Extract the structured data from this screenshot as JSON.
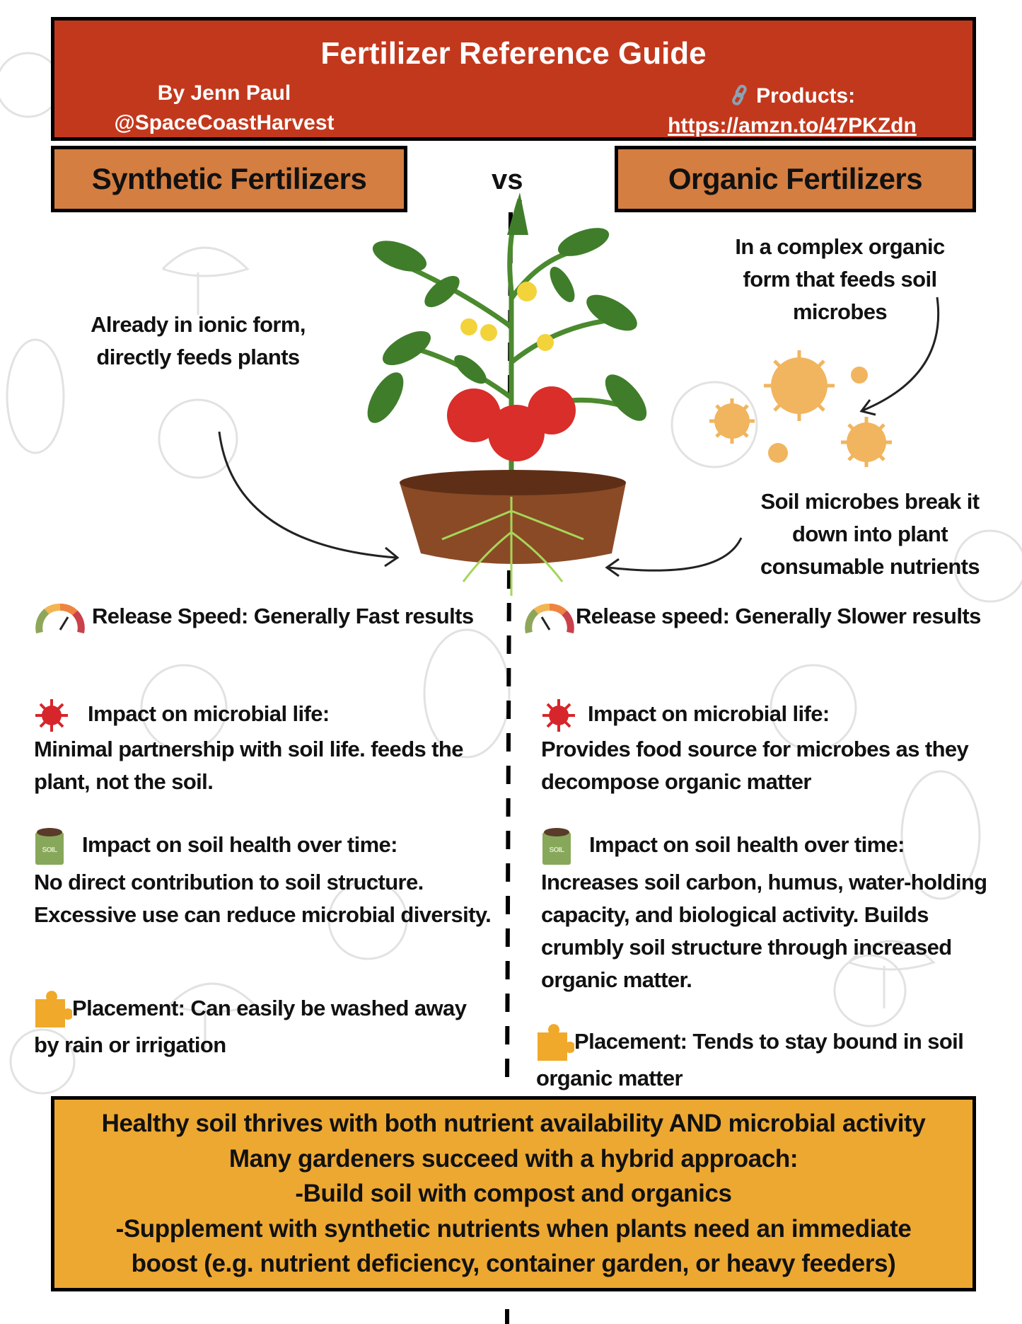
{
  "header": {
    "title": "Fertilizer Reference Guide",
    "author": "By Jenn Paul",
    "handle": "@SpaceCoastHarvest",
    "products_label": "Products:",
    "products_link": "https://amzn.to/47PKZdn",
    "link_icon": "link-icon"
  },
  "columns": {
    "left_title": "Synthetic Fertilizers",
    "vs": "vs",
    "right_title": "Organic Fertilizers"
  },
  "callouts": {
    "synthetic_form": [
      "Already in ionic form,",
      "directly feeds plants"
    ],
    "organic_form": [
      "In a complex organic",
      "form that feeds soil",
      "microbes"
    ],
    "organic_breakdown": [
      "Soil microbes break it",
      "down into plant",
      "consumable nutrients"
    ]
  },
  "synthetic": {
    "release": "Release Speed: Generally Fast results",
    "microbial_title": "Impact on microbial life:",
    "microbial_body": "Minimal partnership with soil life. feeds the plant, not the soil.",
    "soil_title": "Impact on soil health over time:",
    "soil_body": "No direct contribution to soil structure. Excessive use can reduce microbial diversity.",
    "placement": "Placement: Can easily be washed away by rain or irrigation"
  },
  "organic": {
    "release": "Release speed: Generally Slower results",
    "microbial_title": "Impact on microbial life:",
    "microbial_body": "Provides food source for microbes as they decompose organic matter",
    "soil_title": "Impact on soil health over time:",
    "soil_body": "Increases soil carbon, humus, water-holding capacity, and biological activity. Builds crumbly soil structure through increased organic matter.",
    "placement": "Placement: Tends to stay bound in soil organic matter"
  },
  "icons": {
    "speed": "gauge-icon",
    "microbe": "virus-icon",
    "soil": "soil-bag-icon",
    "placement": "puzzle-piece-icon",
    "soil_bag_label": "SOIL"
  },
  "summary": [
    "Healthy soil thrives with both nutrient availability AND microbial activity",
    "Many gardeners succeed with a hybrid approach:",
    "-Build soil with compost and organics",
    "-Supplement with synthetic nutrients when plants need an immediate",
    "boost (e.g. nutrient deficiency, container garden, or heavy feeders)"
  ],
  "colors": {
    "header": "#c2381d",
    "column_header": "#d47e42",
    "summary": "#eda832"
  }
}
